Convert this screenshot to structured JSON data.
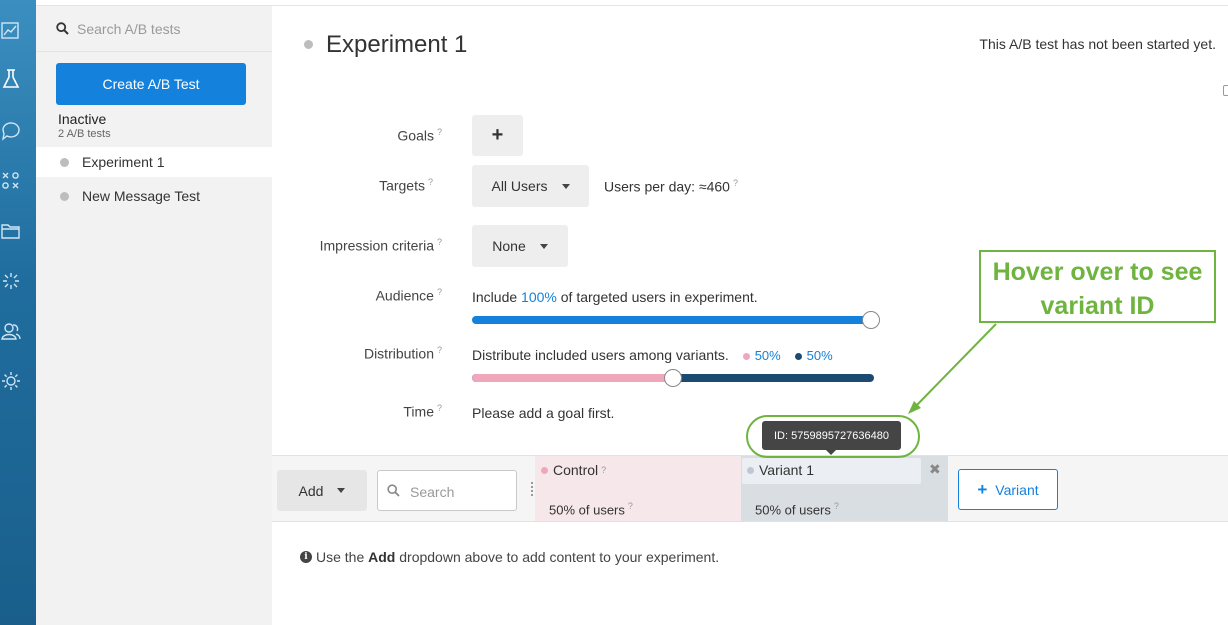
{
  "sidebar": {
    "search_placeholder": "Search A/B tests",
    "create_button": "Create A/B Test",
    "group_title": "Inactive",
    "group_count": "2 A/B tests",
    "items": [
      {
        "label": "Experiment 1"
      },
      {
        "label": "New Message Test"
      }
    ]
  },
  "header": {
    "title": "Experiment 1",
    "status": "This A/B test has not been started yet."
  },
  "form": {
    "goals": {
      "label": "Goals",
      "add": "+"
    },
    "targets": {
      "label": "Targets",
      "value": "All Users",
      "users_per_day": "Users per day: ≈460"
    },
    "impression": {
      "label": "Impression criteria",
      "value": "None"
    },
    "audience": {
      "label": "Audience",
      "prefix": "Include",
      "percent": "100%",
      "suffix": "of targeted users in experiment.",
      "level": 1.0
    },
    "distribution": {
      "label": "Distribution",
      "text": "Distribute included users among variants.",
      "control_pct": "50%",
      "variant_pct": "50%",
      "split": 0.5
    },
    "time": {
      "label": "Time",
      "text": "Please add a goal first."
    },
    "help_mark": "?"
  },
  "tooltip": {
    "text": "ID: 5759895727636480"
  },
  "callout": {
    "line1": "Hover over to see",
    "line2": "variant ID"
  },
  "variants_bar": {
    "add_label": "Add",
    "search_placeholder": "Search",
    "control": {
      "name": "Control",
      "share": "50% of users"
    },
    "variant": {
      "name": "Variant 1",
      "share": "50% of users"
    },
    "close": "✖",
    "add_variant": "Variant",
    "add_variant_plus": "+"
  },
  "info": {
    "pre": "Use the",
    "bold": "Add",
    "post": "dropdown above to add content to your experiment."
  },
  "colors": {
    "accent": "#1481dc",
    "control": "#f0a6bb",
    "variant": "#1d4a72",
    "annotation": "#6fb43f"
  }
}
